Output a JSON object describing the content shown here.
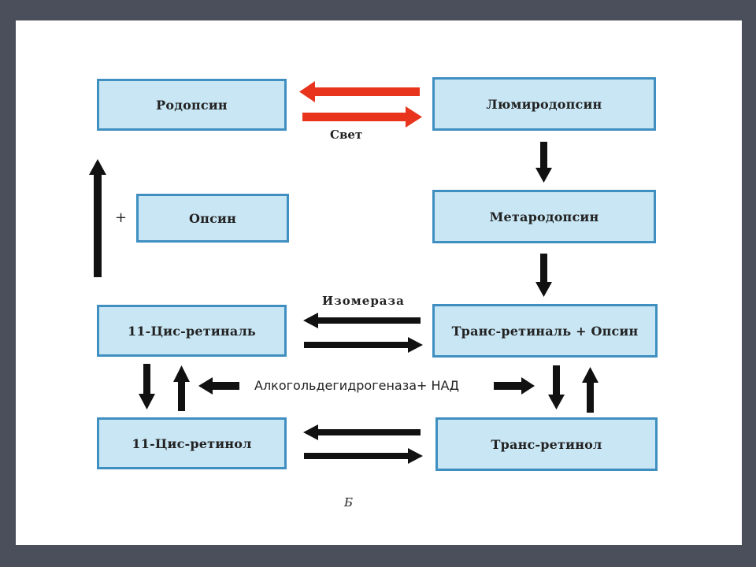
{
  "boxes": {
    "rhodopsin": "Родопсин",
    "lumirhodopsin": "Люмиродопсин",
    "opsin": "Опсин",
    "metarhodopsin": "Метародопсин",
    "cis_retinal": "11-Цис-ретиналь",
    "trans_retinal_opsin": "Транс-ретиналь + Опсин",
    "cis_retinol": "11-Цис-ретинол",
    "trans_retinol": "Транс-ретинол"
  },
  "labels": {
    "light": "Свет",
    "plus": "+",
    "isomerase": "Изомераза",
    "enzyme": "Алкогольдегидрогеназа+ НАД",
    "figure_letter": "Б"
  },
  "colors": {
    "slide_background": "#4b4f5b",
    "box_fill": "#c8e6f4",
    "box_border": "#3f8fc1",
    "light_arrows": "#e8341c",
    "arrows": "#111111"
  }
}
